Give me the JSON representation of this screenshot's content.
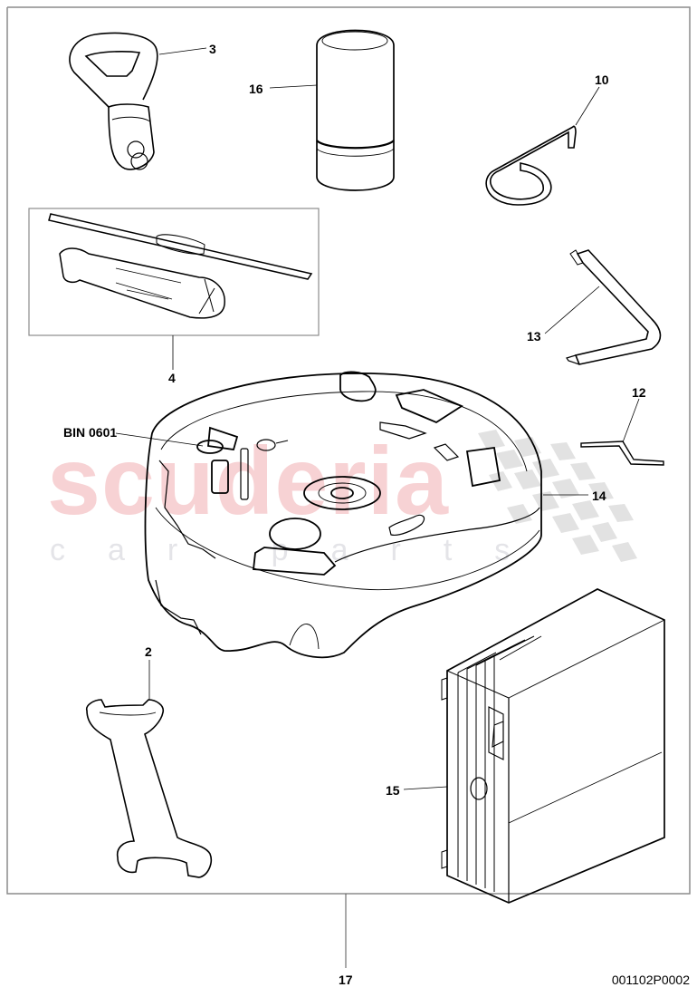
{
  "diagram": {
    "title": "Tool kit / jack tray parts diagram",
    "drawing_number": "001102P0002",
    "frame_group_label": "17",
    "colors": {
      "line": "#000000",
      "frame_border": "#8c8c8c",
      "watermark_main": "#f7d2d4",
      "watermark_sub": "#e6e6ea",
      "checkered_flag": "#dcdcdc",
      "background": "#ffffff"
    }
  },
  "watermark": {
    "brand": "scuderia",
    "tagline": "car parts"
  },
  "callouts": [
    {
      "id": "3",
      "text": "3",
      "part": "wheel-bolt-adapter-key"
    },
    {
      "id": "16",
      "text": "16",
      "part": "cylinder-container"
    },
    {
      "id": "10",
      "text": "10",
      "part": "towing-eye-hook"
    },
    {
      "id": "4",
      "text": "4",
      "part": "screwdriver-set"
    },
    {
      "id": "13",
      "text": "13",
      "part": "torx-l-wrench"
    },
    {
      "id": "12",
      "text": "12",
      "part": "hex-key"
    },
    {
      "id": "BIN",
      "text": "BIN 0601",
      "part": "tool-tray-bin"
    },
    {
      "id": "14",
      "text": "14",
      "part": "foam-tool-tray"
    },
    {
      "id": "2",
      "text": "2",
      "part": "open-end-wrench"
    },
    {
      "id": "15",
      "text": "15",
      "part": "compressor-box"
    },
    {
      "id": "17",
      "text": "17",
      "part": "complete-tool-kit"
    }
  ]
}
